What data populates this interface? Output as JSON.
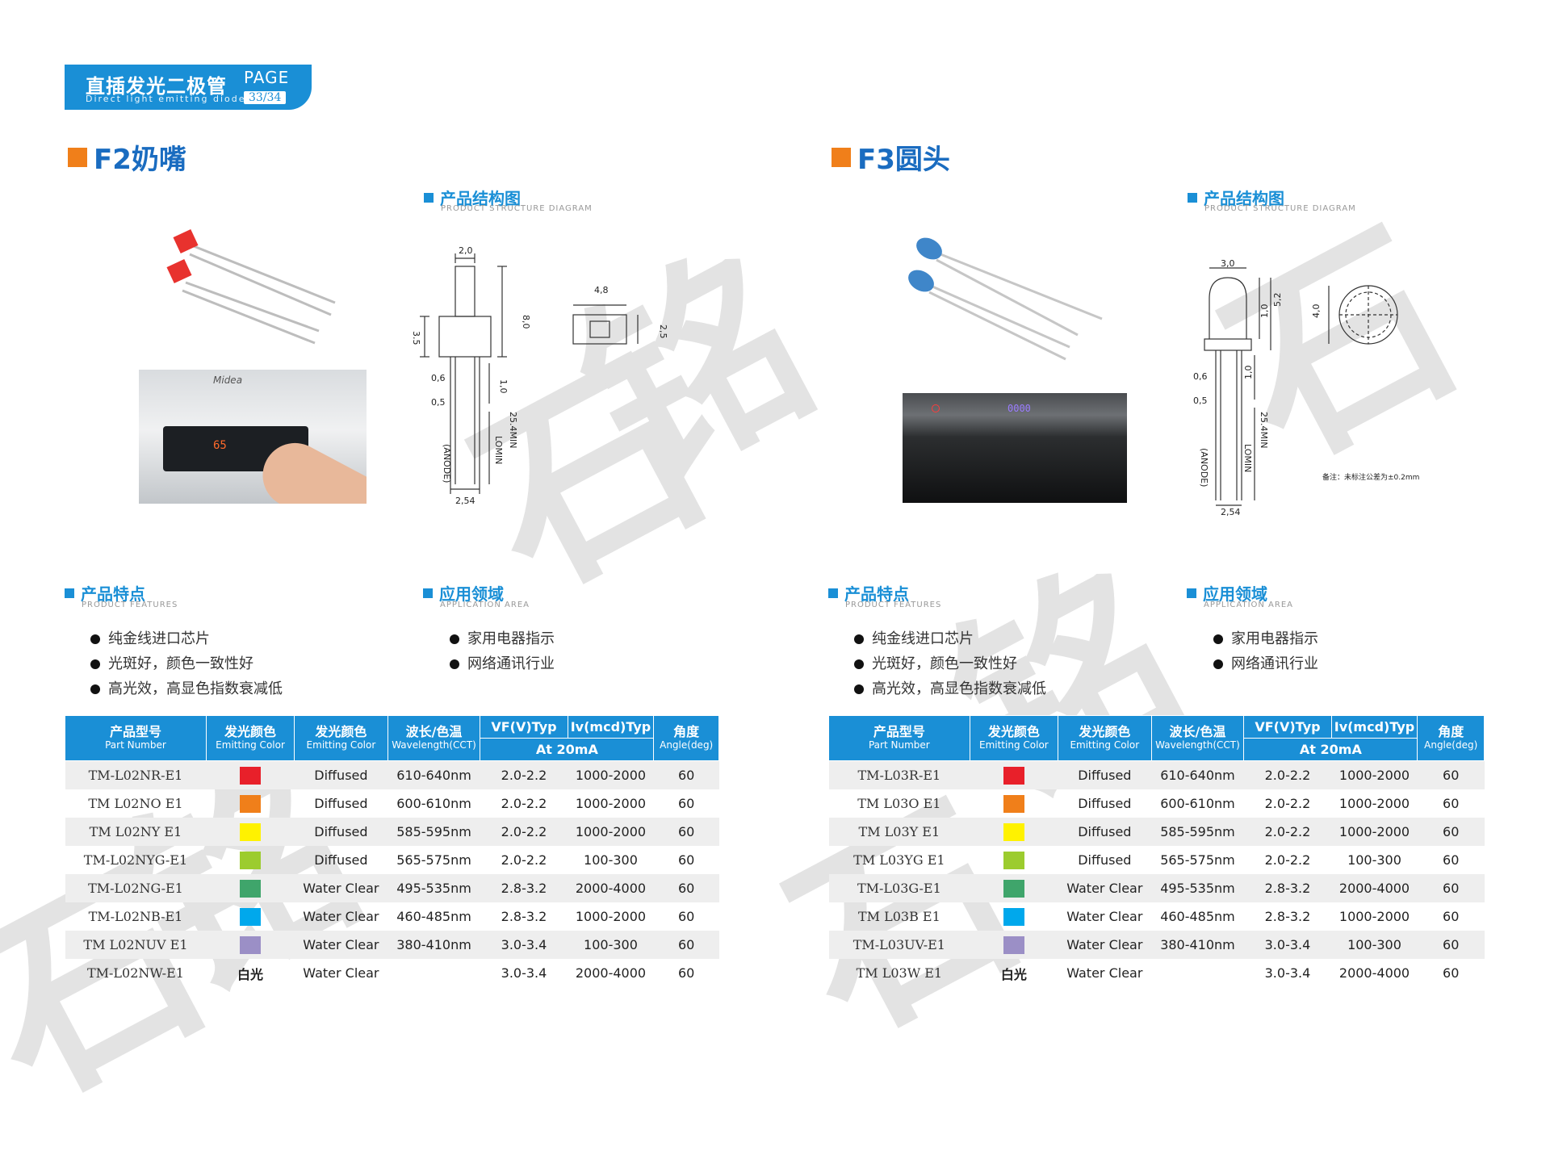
{
  "header": {
    "title": "直插发光二极管",
    "subtitle": "Direct light emitting diode",
    "page_label": "PAGE",
    "page_num": "33/34"
  },
  "watermark": {
    "chars": [
      "石",
      "铭"
    ]
  },
  "left": {
    "title": "F2奶嘴",
    "structure": {
      "title": "产品结构图",
      "en": "PRODUCT STRUCTURE DIAGRAM",
      "dims": {
        "w": "2,0",
        "h": "8,0",
        "body": "3,5",
        "lead1": "0,6",
        "lead2": "0,5",
        "gap": "1,0",
        "len": "25.4MIN",
        "lomin": "LOMIN",
        "anode": "(ANODE)",
        "pitch": "2,54",
        "top_w": "4,8",
        "top_h": "2,5"
      }
    },
    "features": {
      "title": "产品特点",
      "en": "PRODUCT FEATURES",
      "items": [
        "纯金线进口芯片",
        "光斑好，颜色一致性好",
        "高光效，高显色指数衰减低"
      ]
    },
    "application": {
      "title": "应用领域",
      "en": "APPLICATION AREA",
      "items": [
        "家用电器指示",
        "网络通讯行业"
      ]
    },
    "photo": {
      "brand": "Midea",
      "display": "65"
    }
  },
  "right": {
    "title": "F3圆头",
    "structure": {
      "title": "产品结构图",
      "en": "PRODUCT STRUCTURE DIAGRAM",
      "dims": {
        "w": "3,0",
        "h": "5,2",
        "dome": "4,0",
        "gap1": "1,0",
        "lead1": "0,6",
        "lead2": "0,5",
        "gap2": "1,0",
        "len": "25.4MIN",
        "lomin": "LOMIN",
        "anode": "(ANODE)",
        "pitch": "2,54"
      },
      "note": "备注：未标注公差为±0.2mm"
    },
    "features": {
      "title": "产品特点",
      "en": "PRODUCT FEATURES",
      "items": [
        "纯金线进口芯片",
        "光斑好，颜色一致性好",
        "高光效，高显色指数衰减低"
      ]
    },
    "application": {
      "title": "应用领域",
      "en": "APPLICATION AREA",
      "items": [
        "家用电器指示",
        "网络通讯行业"
      ]
    },
    "photo": {
      "display": "0000"
    }
  },
  "table_headers": {
    "part": {
      "cn": "产品型号",
      "en": "Part Number"
    },
    "color": {
      "cn": "发光颜色",
      "en": "Emitting Color"
    },
    "color2": {
      "cn": "发光颜色",
      "en": "Emitting Color"
    },
    "wave": {
      "cn": "波长/色温",
      "en": "Wavelength(CCT)"
    },
    "vf": "VF(V)Typ",
    "iv": "Iv(mcd)Typ",
    "cond": "At 20mA",
    "angle": {
      "cn": "角度",
      "en": "Angle(deg)"
    }
  },
  "colors": {
    "red": "#e8202a",
    "orange": "#f07f1a",
    "yellow": "#fff200",
    "yellowgreen": "#9ccc2e",
    "green": "#3fa56b",
    "blue": "#00a8ec",
    "uv": "#9b8fc6",
    "white": "白光"
  },
  "left_table": [
    {
      "part": "TM-L02NR-E1",
      "color": "#e8202a",
      "lens": "Diffused",
      "wave": "610-640nm",
      "vf": "2.0-2.2",
      "iv": "1000-2000",
      "angle": "60"
    },
    {
      "part": "TM L02NO E1",
      "color": "#f07f1a",
      "lens": "Diffused",
      "wave": "600-610nm",
      "vf": "2.0-2.2",
      "iv": "1000-2000",
      "angle": "60"
    },
    {
      "part": "TM L02NY E1",
      "color": "#fff200",
      "lens": "Diffused",
      "wave": "585-595nm",
      "vf": "2.0-2.2",
      "iv": "1000-2000",
      "angle": "60"
    },
    {
      "part": "TM-L02NYG-E1",
      "color": "#9ccc2e",
      "lens": "Diffused",
      "wave": "565-575nm",
      "vf": "2.0-2.2",
      "iv": "100-300",
      "angle": "60"
    },
    {
      "part": "TM-L02NG-E1",
      "color": "#3fa56b",
      "lens": "Water Clear",
      "wave": "495-535nm",
      "vf": "2.8-3.2",
      "iv": "2000-4000",
      "angle": "60"
    },
    {
      "part": "TM-L02NB-E1",
      "color": "#00a8ec",
      "lens": "Water Clear",
      "wave": "460-485nm",
      "vf": "2.8-3.2",
      "iv": "1000-2000",
      "angle": "60"
    },
    {
      "part": "TM L02NUV E1",
      "color": "#9b8fc6",
      "lens": "Water Clear",
      "wave": "380-410nm",
      "vf": "3.0-3.4",
      "iv": "100-300",
      "angle": "60"
    },
    {
      "part": "TM-L02NW-E1",
      "color": "",
      "white": "白光",
      "lens": "Water Clear",
      "wave": "",
      "vf": "3.0-3.4",
      "iv": "2000-4000",
      "angle": "60"
    }
  ],
  "right_table": [
    {
      "part": "TM-L03R-E1",
      "color": "#e8202a",
      "lens": "Diffused",
      "wave": "610-640nm",
      "vf": "2.0-2.2",
      "iv": "1000-2000",
      "angle": "60"
    },
    {
      "part": "TM L03O E1",
      "color": "#f07f1a",
      "lens": "Diffused",
      "wave": "600-610nm",
      "vf": "2.0-2.2",
      "iv": "1000-2000",
      "angle": "60"
    },
    {
      "part": "TM L03Y E1",
      "color": "#fff200",
      "lens": "Diffused",
      "wave": "585-595nm",
      "vf": "2.0-2.2",
      "iv": "1000-2000",
      "angle": "60"
    },
    {
      "part": "TM L03YG E1",
      "color": "#9ccc2e",
      "lens": "Diffused",
      "wave": "565-575nm",
      "vf": "2.0-2.2",
      "iv": "100-300",
      "angle": "60"
    },
    {
      "part": "TM-L03G-E1",
      "color": "#3fa56b",
      "lens": "Water Clear",
      "wave": "495-535nm",
      "vf": "2.8-3.2",
      "iv": "2000-4000",
      "angle": "60"
    },
    {
      "part": "TM L03B E1",
      "color": "#00a8ec",
      "lens": "Water Clear",
      "wave": "460-485nm",
      "vf": "2.8-3.2",
      "iv": "1000-2000",
      "angle": "60"
    },
    {
      "part": "TM-L03UV-E1",
      "color": "#9b8fc6",
      "lens": "Water Clear",
      "wave": "380-410nm",
      "vf": "3.0-3.4",
      "iv": "100-300",
      "angle": "60"
    },
    {
      "part": "TM L03W E1",
      "color": "",
      "white": "白光",
      "lens": "Water Clear",
      "wave": "",
      "vf": "3.0-3.4",
      "iv": "2000-4000",
      "angle": "60"
    }
  ]
}
